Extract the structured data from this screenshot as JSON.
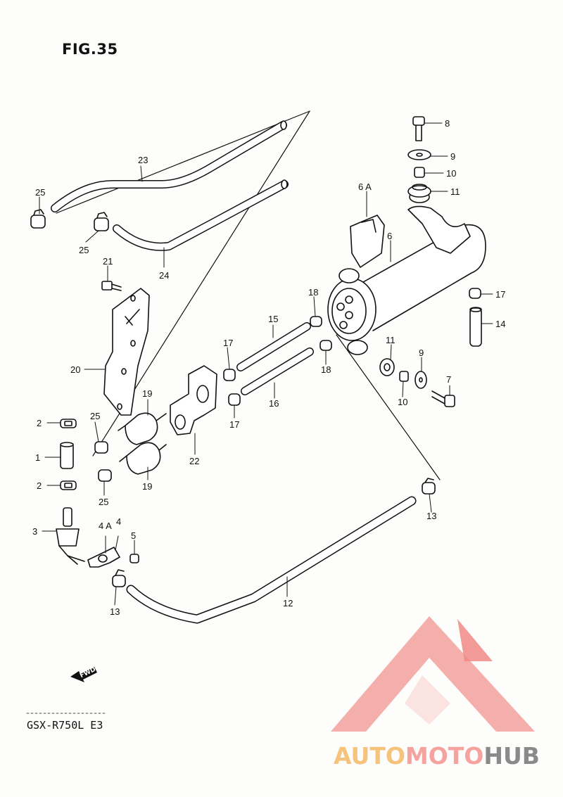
{
  "figure": {
    "title": "FIG.35",
    "model_code": "GSX-R750L  E3",
    "fwd_label": "FWD"
  },
  "callouts": {
    "c1": "1",
    "c2a": "2",
    "c2b": "2",
    "c3": "3",
    "c4a": "4 A",
    "c4": "4",
    "c5": "5",
    "c6": "6",
    "c6a": "6 A",
    "c7": "7",
    "c8": "8",
    "c9a": "9",
    "c9b": "9",
    "c10a": "10",
    "c10b": "10",
    "c11a": "11",
    "c11b": "11",
    "c12": "12",
    "c13a": "13",
    "c13b": "13",
    "c14": "14",
    "c15": "15",
    "c16": "16",
    "c17a": "17",
    "c17b": "17",
    "c17c": "17",
    "c18a": "18",
    "c18b": "18",
    "c19a": "19",
    "c19b": "19",
    "c20": "20",
    "c21": "21",
    "c22": "22",
    "c23": "23",
    "c24": "24",
    "c25a": "25",
    "c25b": "25",
    "c25c": "25",
    "c25d": "25"
  },
  "watermark": {
    "part1": "AUTO",
    "part2": "MOTO",
    "part3": "HUB",
    "colors": {
      "auto": "#f6c37c",
      "moto": "#f5a39f",
      "hub": "#8a8a8a",
      "logo": "#f08a86"
    }
  }
}
